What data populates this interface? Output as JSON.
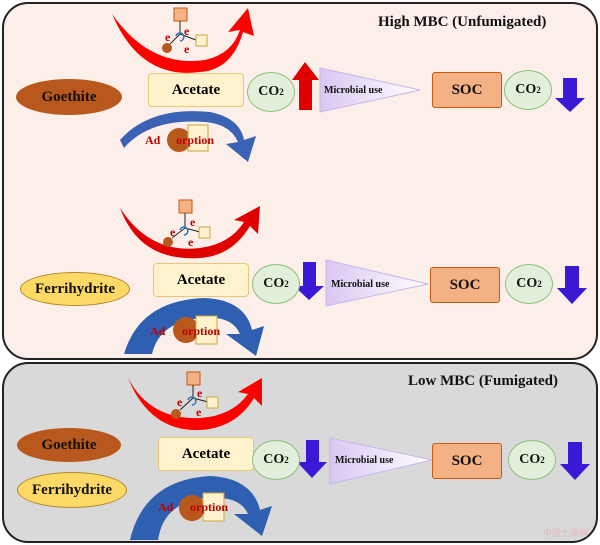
{
  "panels": {
    "top": {
      "title": "High MBC (Unfumigated)"
    },
    "bottom": {
      "title": "Low MBC (Fumigated)"
    }
  },
  "minerals": {
    "goethite": "Goethite",
    "ferrihydrite": "Ferrihydrite"
  },
  "labels": {
    "acetate": "Acetate",
    "adsorption_left": "Ad",
    "adsorption_right": "orption",
    "microbial_use": "Microbial use",
    "soc": "SOC",
    "co2": "CO",
    "co2_sub": "2",
    "electron": "e"
  },
  "colors": {
    "goethite": "#b9581c",
    "ferrihydrite": "#ffd966",
    "arrow_red": "#ff0000",
    "arrow_blue": "#2e5fb0",
    "arrow_down": "#3b17d6",
    "top_panel": "#fcefe9",
    "bottom_panel": "#d9d9d9"
  },
  "rows": [
    {
      "minerals": [
        "goethite"
      ],
      "respiration": "up",
      "soc_co2": "down"
    },
    {
      "minerals": [
        "ferrihydrite"
      ],
      "respiration": "down",
      "soc_co2": "down"
    },
    {
      "minerals": [
        "goethite",
        "ferrihydrite"
      ],
      "respiration": "down",
      "soc_co2": "down"
    }
  ],
  "watermark": "中国土壤网"
}
